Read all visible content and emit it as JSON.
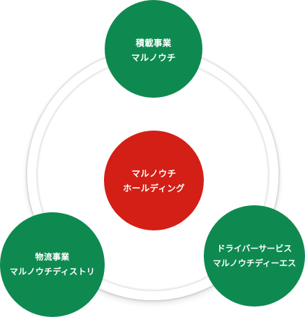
{
  "diagram": {
    "center": {
      "line1": "マルノウチ",
      "line2": "ホールディング",
      "color": "#d31f16"
    },
    "top": {
      "line1": "積載事業",
      "line2": "マルノウチ",
      "color": "#0e8a51"
    },
    "left": {
      "line1": "物流事業",
      "line2": "マルノウチディストリ",
      "color": "#0e8a51"
    },
    "right": {
      "line1": "ドライバーサービス",
      "line2": "マルノウチディーエス",
      "color": "#0e8a51"
    }
  }
}
